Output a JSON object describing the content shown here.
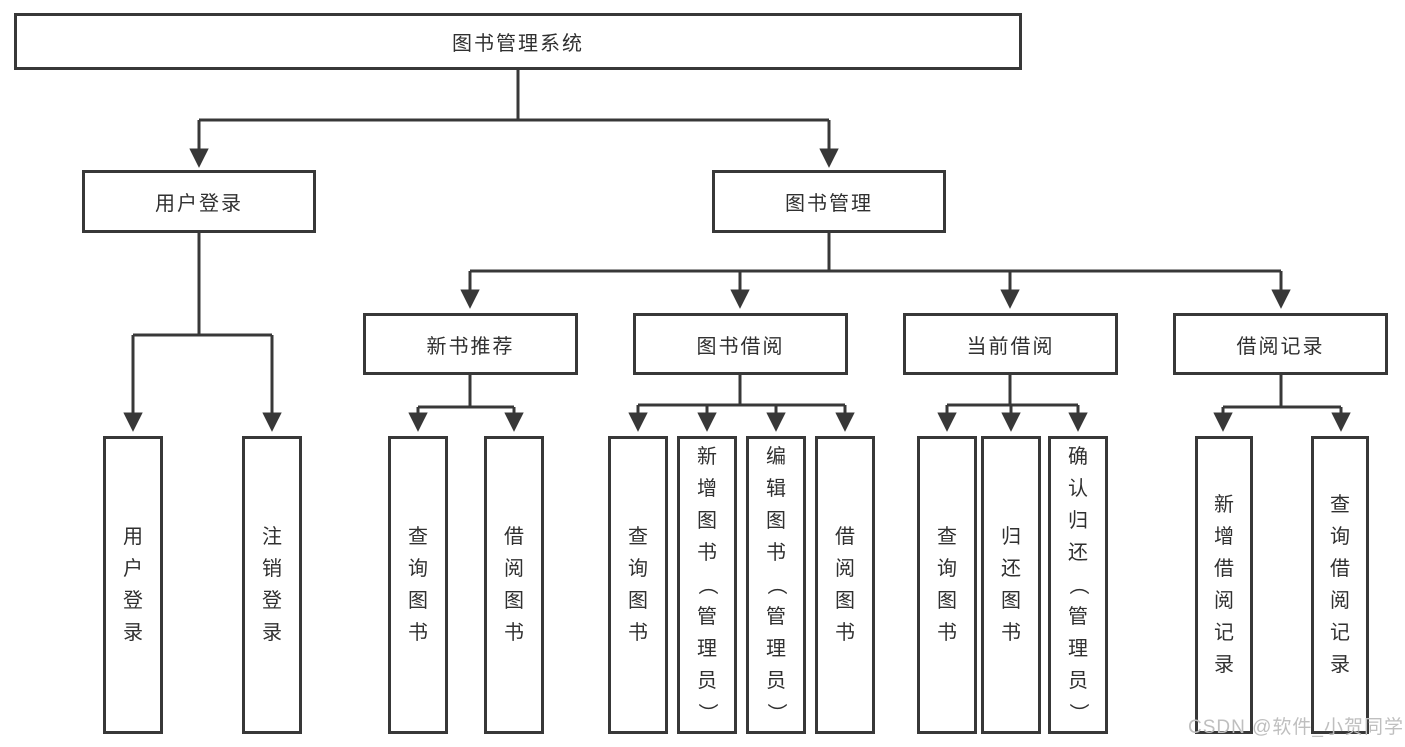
{
  "watermark": "CSDN @软件_小贺同学",
  "colors": {
    "line": "#383838",
    "box_border": "#383838",
    "text": "#303030",
    "watermark": "#bfbfbf",
    "background": "#ffffff"
  },
  "tree": {
    "label": "图书管理系统",
    "children": [
      {
        "label": "用户登录",
        "children": [
          {
            "label": "用户登录"
          },
          {
            "label": "注销登录"
          }
        ]
      },
      {
        "label": "图书管理",
        "children": [
          {
            "label": "新书推荐",
            "children": [
              {
                "label": "查询图书"
              },
              {
                "label": "借阅图书"
              }
            ]
          },
          {
            "label": "图书借阅",
            "children": [
              {
                "label": "查询图书"
              },
              {
                "label": "新增图书（管理员）"
              },
              {
                "label": "编辑图书（管理员）"
              },
              {
                "label": "借阅图书"
              }
            ]
          },
          {
            "label": "当前借阅",
            "children": [
              {
                "label": "查询图书"
              },
              {
                "label": "归还图书"
              },
              {
                "label": "确认归还（管理员）"
              }
            ]
          },
          {
            "label": "借阅记录",
            "children": [
              {
                "label": "新增借阅记录"
              },
              {
                "label": "查询借阅记录"
              }
            ]
          }
        ]
      }
    ]
  }
}
